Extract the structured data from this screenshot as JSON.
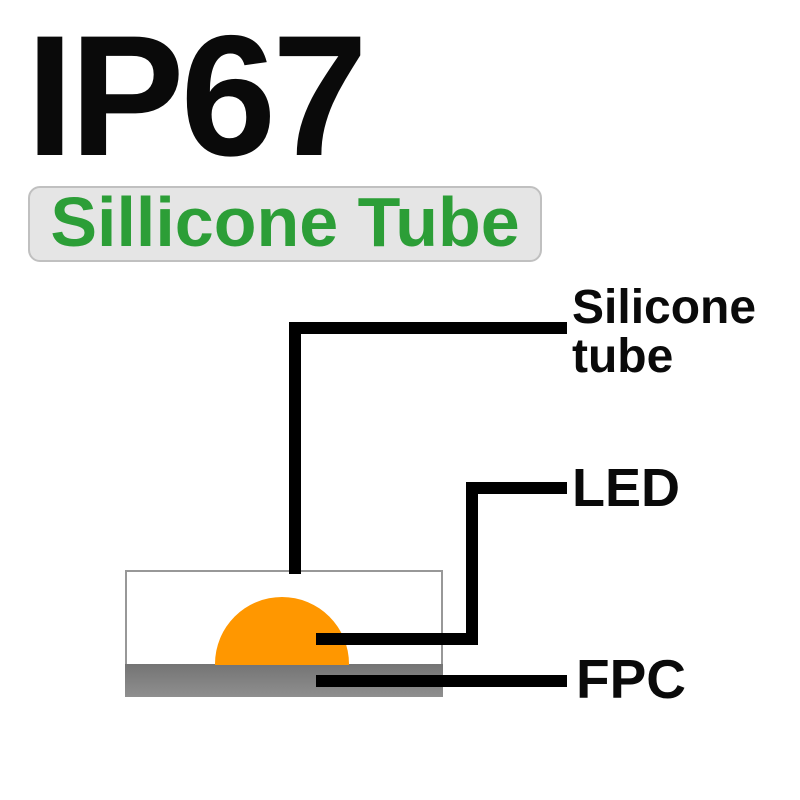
{
  "title": "IP67",
  "badge": {
    "label": "Sillicone Tube"
  },
  "diagram": {
    "labels": {
      "silicone_line1": "Silicone",
      "silicone_line2": "tube",
      "led": "LED",
      "fpc": "FPC"
    },
    "parts": [
      "silicone tube outline",
      "LED dome",
      "FPC strip"
    ]
  },
  "colors": {
    "text_black": "#0a0a0a",
    "line_black": "#000000",
    "badge_bg": "#e5e5e5",
    "badge_border": "#c0c0c0",
    "badge_green": "#2c9e37",
    "tube_border": "#989898",
    "tube_fill": "#ffffff",
    "led_orange": "#ff9700",
    "fpc_gray_top": "#747474",
    "fpc_gray_bottom": "#8f8f8f",
    "page_bg": "#ffffff"
  }
}
